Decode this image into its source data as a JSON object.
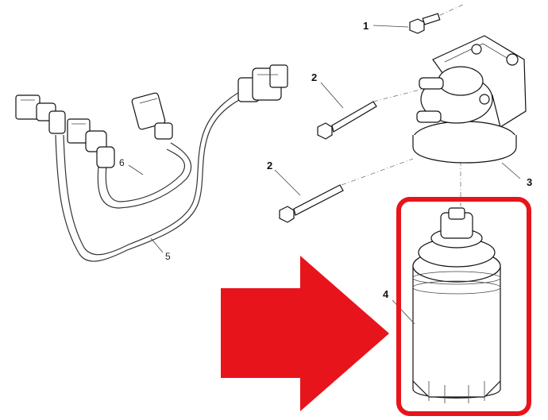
{
  "diagram": {
    "callouts": {
      "c1": "1",
      "c2a": "2",
      "c2b": "2",
      "c3": "3",
      "c4": "4",
      "c5": "5",
      "c6": "6"
    },
    "colors": {
      "highlight": "#e8141b",
      "line": "#222222",
      "background": "#ffffff"
    }
  }
}
